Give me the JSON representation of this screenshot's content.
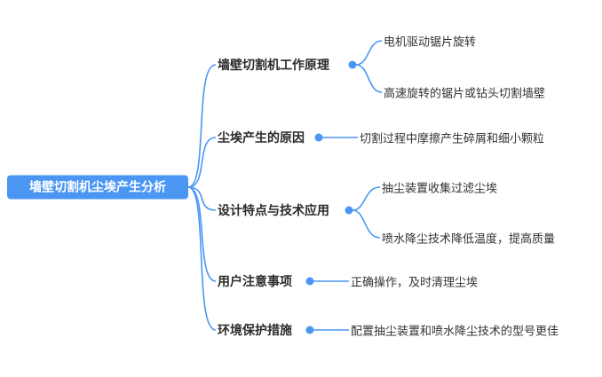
{
  "root": {
    "label": "墙壁切割机尘埃产生分析"
  },
  "branches": [
    {
      "label": "墙壁切割机工作原理",
      "children": [
        "电机驱动锯片旋转",
        "高速旋转的锯片或钻头切割墙壁"
      ]
    },
    {
      "label": "尘埃产生的原因",
      "children": [
        "切割过程中摩擦产生碎屑和细小颗粒"
      ]
    },
    {
      "label": "设计特点与技术应用",
      "children": [
        "抽尘装置收集过滤尘埃",
        "喷水降尘技术降低温度，提高质量"
      ]
    },
    {
      "label": "用户注意事项",
      "children": [
        "正确操作，及时清理尘埃"
      ]
    },
    {
      "label": "环境保护措施",
      "children": [
        "配置抽尘装置和喷水降尘技术的型号更佳"
      ]
    }
  ],
  "colors": {
    "accent": "#4B96F3",
    "root_bg": "#4B96F3",
    "root_text": "#FFFFFF",
    "branch_text": "#2B2B2B",
    "child_text": "#333333",
    "connector": "#4B96F3"
  }
}
